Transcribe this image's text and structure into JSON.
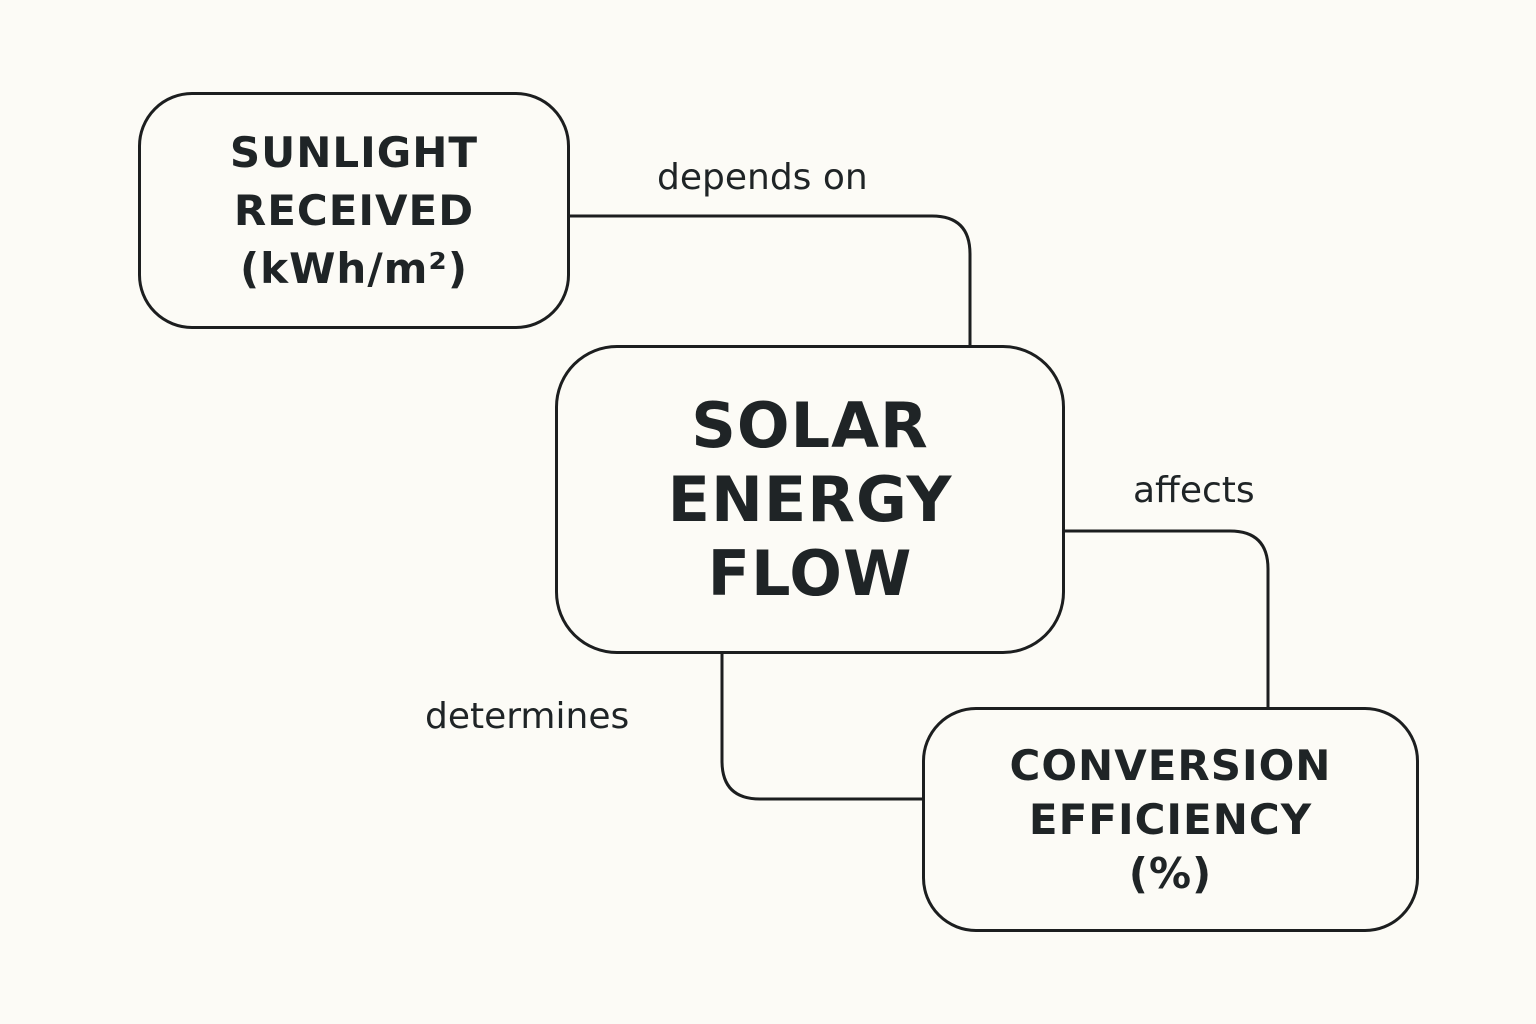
{
  "diagram": {
    "nodes": [
      {
        "id": "sunlight",
        "lines": [
          "SUNLIGHT",
          "RECEIVED",
          "(kWh/m²)"
        ]
      },
      {
        "id": "solar",
        "lines": [
          "SOLAR",
          "ENERGY",
          "FLOW"
        ]
      },
      {
        "id": "conversion",
        "lines": [
          "CONVERSION",
          "EFFICIENCY",
          "(%)"
        ]
      }
    ],
    "edges": [
      {
        "from": "sunlight",
        "to": "solar",
        "label": "depends on"
      },
      {
        "from": "solar",
        "to": "conversion",
        "label": "affects"
      },
      {
        "from": "solar",
        "to": "conversion",
        "label": "determines"
      }
    ]
  },
  "colors": {
    "background": "#fcfbf6",
    "stroke": "#1c1e1f",
    "text": "#1f2426"
  }
}
